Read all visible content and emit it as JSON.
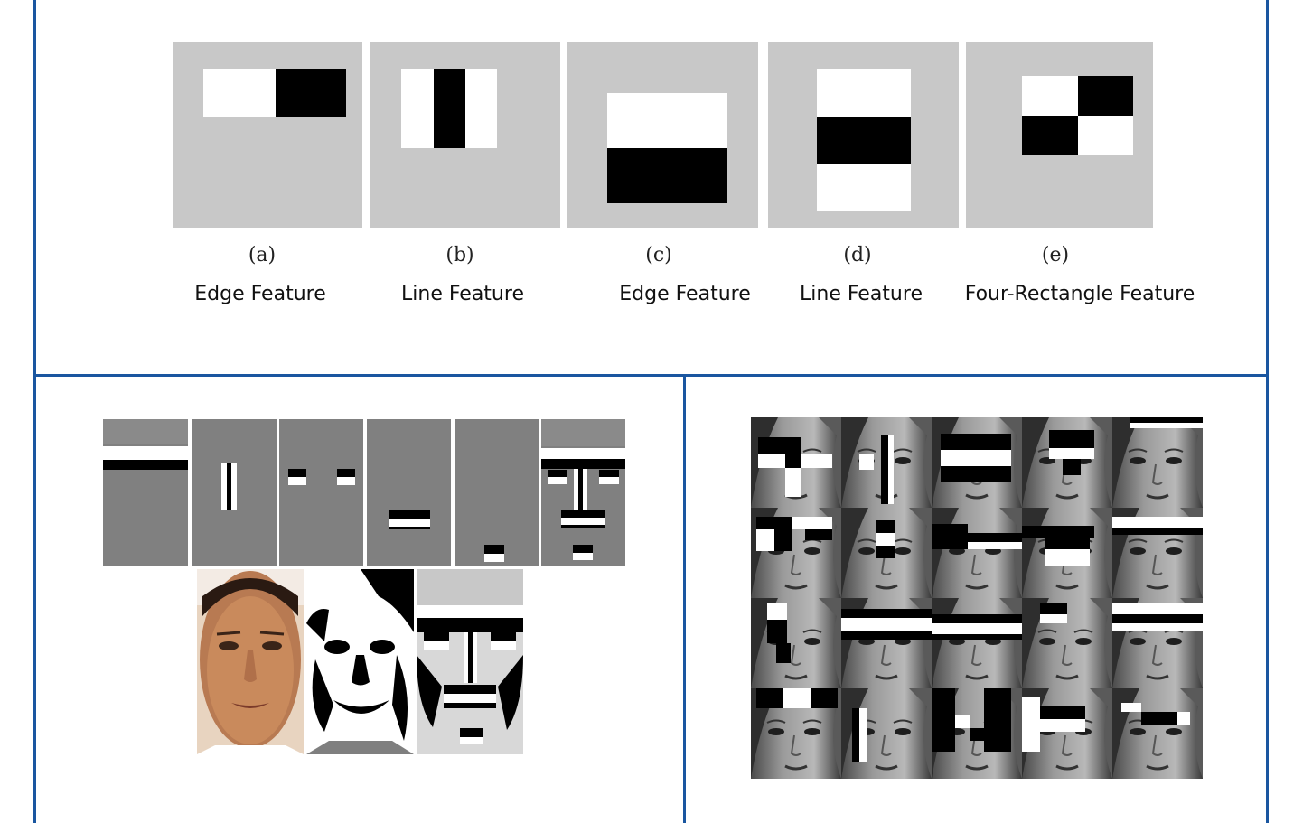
{
  "features": [
    {
      "letter": "(a)",
      "caption": "Edge Feature"
    },
    {
      "letter": "(b)",
      "caption": "Line Feature"
    },
    {
      "letter": "(c)",
      "caption": "Edge Feature"
    },
    {
      "letter": "(d)",
      "caption": "Line Feature"
    },
    {
      "letter": "(e)",
      "caption": "Four-Rectangle Feature"
    }
  ],
  "colors": {
    "border": "#1a56a0",
    "panel_gray": "#c8c8c8",
    "face_panel_gray": "#808080"
  }
}
